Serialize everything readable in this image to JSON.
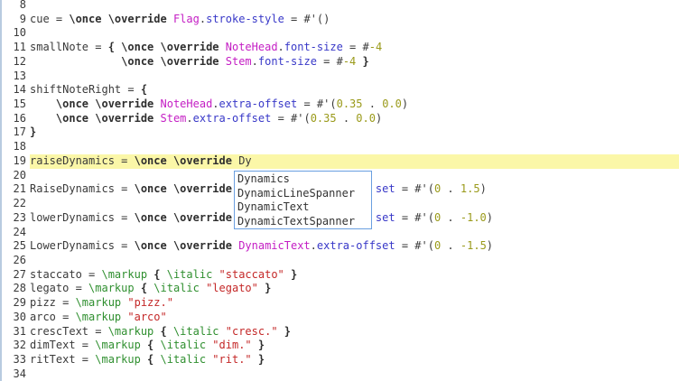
{
  "editor": {
    "lines": [
      {
        "n": "8",
        "tokens": []
      },
      {
        "n": "9",
        "tokens": [
          [
            "cue = ",
            ""
          ],
          [
            "\\once \\override ",
            "kw"
          ],
          [
            "Flag",
            "grob"
          ],
          [
            ".",
            ""
          ],
          [
            "stroke-style",
            "prop"
          ],
          [
            " = #'()",
            ""
          ]
        ]
      },
      {
        "n": "10",
        "tokens": []
      },
      {
        "n": "11",
        "tokens": [
          [
            "smallNote = ",
            ""
          ],
          [
            "{ ",
            "brace"
          ],
          [
            "\\once \\override ",
            "kw"
          ],
          [
            "NoteHead",
            "grob"
          ],
          [
            ".",
            ""
          ],
          [
            "font-size",
            "prop"
          ],
          [
            " = #",
            ""
          ],
          [
            "-4",
            "num"
          ]
        ]
      },
      {
        "n": "12",
        "tokens": [
          [
            "              ",
            ""
          ],
          [
            "\\once \\override ",
            "kw"
          ],
          [
            "Stem",
            "grob"
          ],
          [
            ".",
            ""
          ],
          [
            "font-size",
            "prop"
          ],
          [
            " = #",
            ""
          ],
          [
            "-4",
            "num"
          ],
          [
            " ",
            ""
          ],
          [
            "}",
            "brace"
          ]
        ]
      },
      {
        "n": "13",
        "tokens": []
      },
      {
        "n": "14",
        "tokens": [
          [
            "shiftNoteRight = ",
            ""
          ],
          [
            "{",
            "brace"
          ]
        ]
      },
      {
        "n": "15",
        "tokens": [
          [
            "    ",
            ""
          ],
          [
            "\\once \\override ",
            "kw"
          ],
          [
            "NoteHead",
            "grob"
          ],
          [
            ".",
            ""
          ],
          [
            "extra-offset",
            "prop"
          ],
          [
            " = #'(",
            ""
          ],
          [
            "0.35",
            "num"
          ],
          [
            " . ",
            ""
          ],
          [
            "0.0",
            "num"
          ],
          [
            ")",
            ""
          ]
        ]
      },
      {
        "n": "16",
        "tokens": [
          [
            "    ",
            ""
          ],
          [
            "\\once \\override ",
            "kw"
          ],
          [
            "Stem",
            "grob"
          ],
          [
            ".",
            ""
          ],
          [
            "extra-offset",
            "prop"
          ],
          [
            " = #'(",
            ""
          ],
          [
            "0.35",
            "num"
          ],
          [
            " . ",
            ""
          ],
          [
            "0.0",
            "num"
          ],
          [
            ")",
            ""
          ]
        ]
      },
      {
        "n": "17",
        "tokens": [
          [
            "}",
            "brace"
          ]
        ]
      },
      {
        "n": "18",
        "tokens": []
      },
      {
        "n": "19",
        "current": true,
        "tokens": [
          [
            "raiseDynamics = ",
            ""
          ],
          [
            "\\once \\override ",
            "kw"
          ],
          [
            "Dy",
            ""
          ]
        ]
      },
      {
        "n": "20",
        "tokens": []
      },
      {
        "n": "21",
        "tokens": [
          [
            "RaiseDynamics = ",
            ""
          ],
          [
            "\\once \\override ",
            "kw"
          ],
          [
            "                     ",
            ""
          ],
          [
            "set",
            "prop"
          ],
          [
            " = #'(",
            ""
          ],
          [
            "0",
            "num"
          ],
          [
            " . ",
            ""
          ],
          [
            "1.5",
            "num"
          ],
          [
            ")",
            ""
          ]
        ]
      },
      {
        "n": "22",
        "tokens": []
      },
      {
        "n": "23",
        "tokens": [
          [
            "lowerDynamics = ",
            ""
          ],
          [
            "\\once \\override ",
            "kw"
          ],
          [
            "                     ",
            ""
          ],
          [
            "set",
            "prop"
          ],
          [
            " = #'(",
            ""
          ],
          [
            "0",
            "num"
          ],
          [
            " . ",
            ""
          ],
          [
            "-1.0",
            "num"
          ],
          [
            ")",
            ""
          ]
        ]
      },
      {
        "n": "24",
        "tokens": []
      },
      {
        "n": "25",
        "tokens": [
          [
            "LowerDynamics = ",
            ""
          ],
          [
            "\\once \\override ",
            "kw"
          ],
          [
            "DynamicText",
            "grob"
          ],
          [
            ".",
            ""
          ],
          [
            "extra-offset",
            "prop"
          ],
          [
            " = #'(",
            ""
          ],
          [
            "0",
            "num"
          ],
          [
            " . ",
            ""
          ],
          [
            "-1.5",
            "num"
          ],
          [
            ")",
            ""
          ]
        ]
      },
      {
        "n": "26",
        "tokens": []
      },
      {
        "n": "27",
        "tokens": [
          [
            "staccato = ",
            ""
          ],
          [
            "\\markup ",
            "mk"
          ],
          [
            "{ ",
            "brace"
          ],
          [
            "\\italic ",
            "mk"
          ],
          [
            "\"staccato\"",
            "str"
          ],
          [
            " ",
            ""
          ],
          [
            "}",
            "brace"
          ]
        ]
      },
      {
        "n": "28",
        "tokens": [
          [
            "legato = ",
            ""
          ],
          [
            "\\markup ",
            "mk"
          ],
          [
            "{ ",
            "brace"
          ],
          [
            "\\italic ",
            "mk"
          ],
          [
            "\"legato\"",
            "str"
          ],
          [
            " ",
            ""
          ],
          [
            "}",
            "brace"
          ]
        ]
      },
      {
        "n": "29",
        "tokens": [
          [
            "pizz = ",
            ""
          ],
          [
            "\\markup ",
            "mk"
          ],
          [
            "\"pizz.\"",
            "str"
          ]
        ]
      },
      {
        "n": "30",
        "tokens": [
          [
            "arco = ",
            ""
          ],
          [
            "\\markup ",
            "mk"
          ],
          [
            "\"arco\"",
            "str"
          ]
        ]
      },
      {
        "n": "31",
        "tokens": [
          [
            "crescText = ",
            ""
          ],
          [
            "\\markup ",
            "mk"
          ],
          [
            "{ ",
            "brace"
          ],
          [
            "\\italic ",
            "mk"
          ],
          [
            "\"cresc.\"",
            "str"
          ],
          [
            " ",
            ""
          ],
          [
            "}",
            "brace"
          ]
        ]
      },
      {
        "n": "32",
        "tokens": [
          [
            "dimText = ",
            ""
          ],
          [
            "\\markup ",
            "mk"
          ],
          [
            "{ ",
            "brace"
          ],
          [
            "\\italic ",
            "mk"
          ],
          [
            "\"dim.\"",
            "str"
          ],
          [
            " ",
            ""
          ],
          [
            "}",
            "brace"
          ]
        ]
      },
      {
        "n": "33",
        "tokens": [
          [
            "ritText = ",
            ""
          ],
          [
            "\\markup ",
            "mk"
          ],
          [
            "{ ",
            "brace"
          ],
          [
            "\\italic ",
            "mk"
          ],
          [
            "\"rit.\"",
            "str"
          ],
          [
            " ",
            ""
          ],
          [
            "}",
            "brace"
          ]
        ]
      },
      {
        "n": "34",
        "tokens": []
      }
    ]
  },
  "autocomplete": {
    "items": [
      "Dynamics",
      "DynamicLineSpanner",
      "DynamicText",
      "DynamicTextSpanner"
    ]
  },
  "colors": {
    "current_line": "#fbf7a8",
    "popup_border": "#6a9fe0",
    "grob": "#c41ec4",
    "property": "#3838c8",
    "number": "#9a9a1a",
    "string": "#c42828",
    "markup": "#2f8f2f"
  }
}
